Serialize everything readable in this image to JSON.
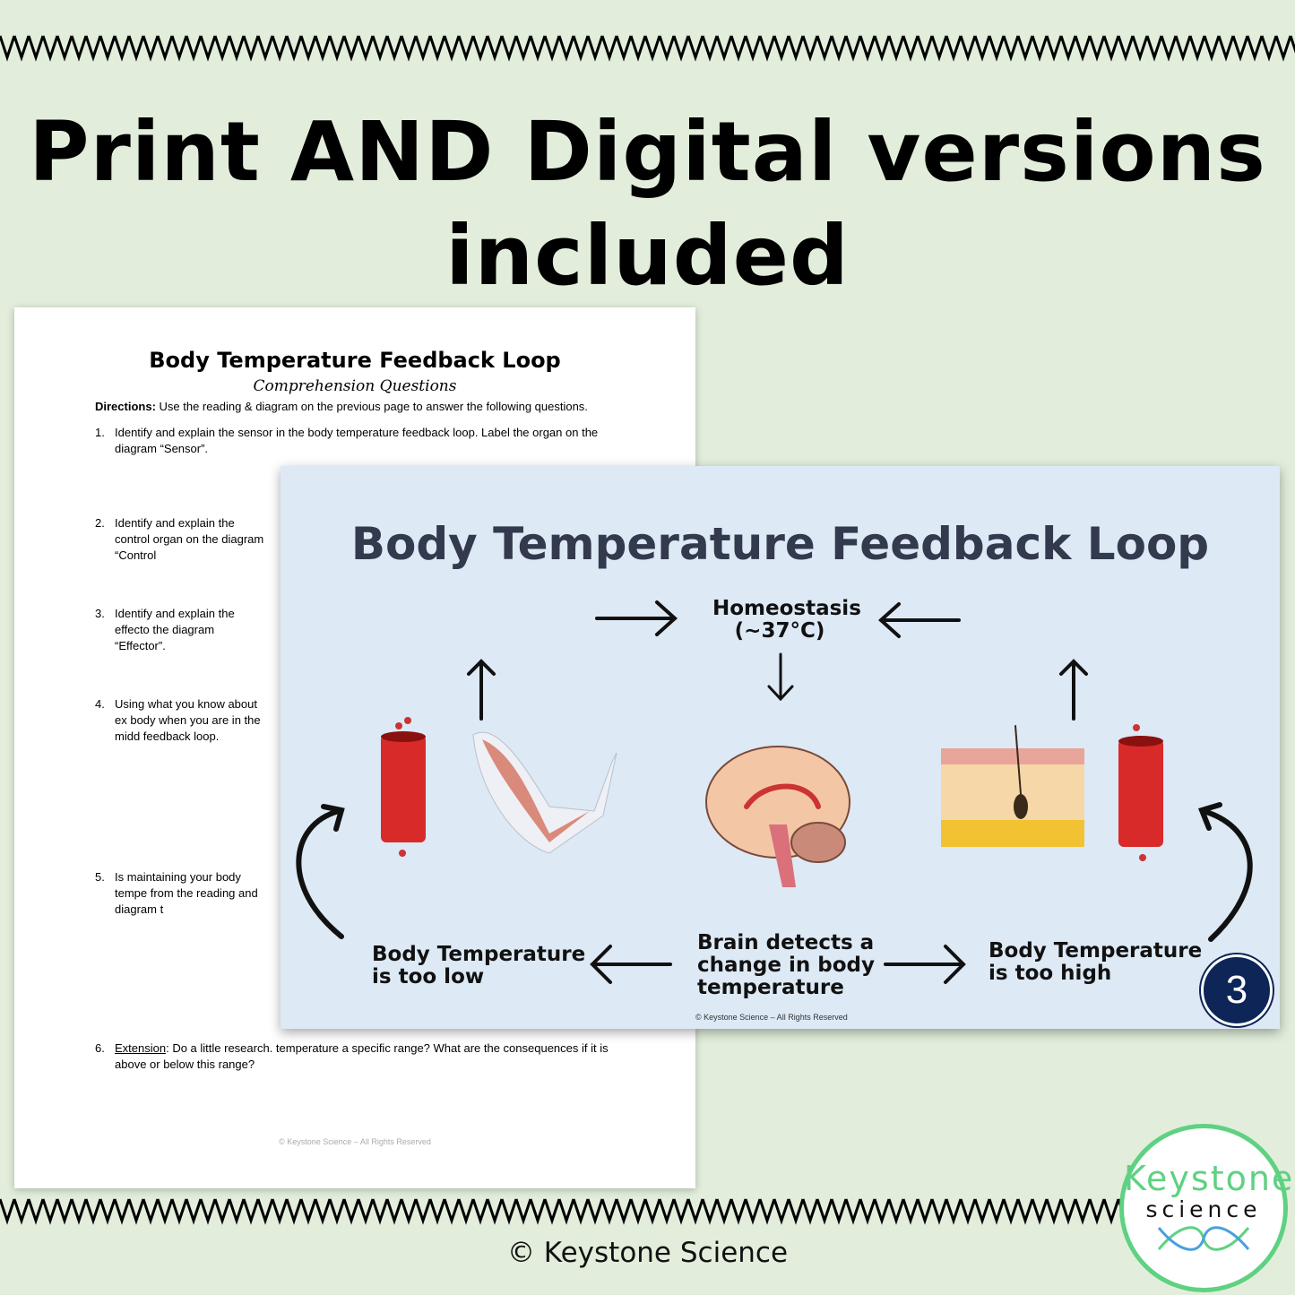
{
  "headline": {
    "line1": "Print AND Digital versions",
    "line2": "included"
  },
  "worksheet": {
    "title": "Body Temperature Feedback Loop",
    "subtitle": "Comprehension Questions",
    "directions_label": "Directions:",
    "directions": " Use the reading & diagram on the previous page to answer the following questions.",
    "questions": [
      {
        "n": "1.",
        "text": "Identify and explain the sensor in the body temperature feedback loop. Label the organ on the diagram “Sensor”."
      },
      {
        "n": "2.",
        "text": "Identify and explain the control organ on the diagram “Control"
      },
      {
        "n": "3.",
        "text": "Identify and explain the effecto the diagram “Effector”."
      },
      {
        "n": "4.",
        "text": "Using what you know about ex body when you are in the midd feedback loop."
      },
      {
        "n": "5.",
        "text": "Is maintaining your body tempe from the reading and diagram t"
      },
      {
        "n": "6.",
        "label": "Extension",
        "text": ": Do a little research. temperature a specific range? What are the consequences if it is above or below this range?"
      }
    ],
    "footer": "© Keystone Science – All Rights Reserved"
  },
  "slide": {
    "title": "Body Temperature Feedback Loop",
    "homeostasis": "Homeostasis",
    "homeostasis_temp": "(~37°C)",
    "brain_l1": "Brain detects a",
    "brain_l2": "change in body",
    "brain_l3": "temperature",
    "low_l1": "Body Temperature",
    "low_l2": "is too low",
    "high_l1": "Body Temperature",
    "high_l2": "is too high",
    "page_number": "3",
    "copyright": "© Keystone Science – All Rights Reserved"
  },
  "copyright": "© Keystone Science",
  "logo": {
    "line1": "Keystone",
    "line2": "science"
  }
}
